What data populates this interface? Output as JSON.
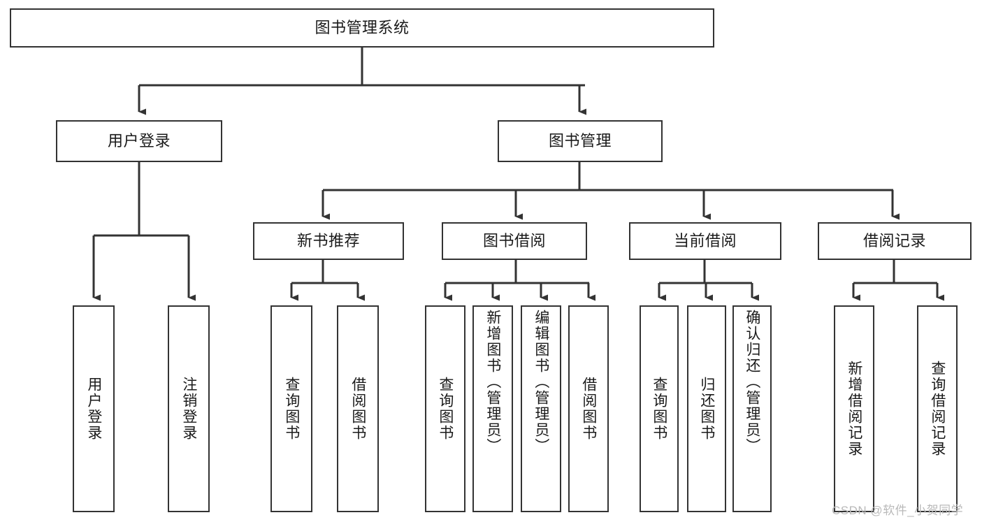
{
  "diagram": {
    "title": "图书管理系统",
    "type": "tree-hierarchy",
    "root": {
      "label": "图书管理系统"
    },
    "level2": [
      {
        "label": "用户登录"
      },
      {
        "label": "图书管理"
      }
    ],
    "level3": [
      {
        "label": "新书推荐"
      },
      {
        "label": "图书借阅"
      },
      {
        "label": "当前借阅"
      },
      {
        "label": "借阅记录"
      }
    ],
    "leaves": {
      "user_login": [
        {
          "label": "用户登录"
        },
        {
          "label": "注销登录"
        }
      ],
      "new_book_recommend": [
        {
          "label": "查询图书"
        },
        {
          "label": "借阅图书"
        }
      ],
      "book_borrow": [
        {
          "label": "查询图书"
        },
        {
          "label": "新增图书（管理员）"
        },
        {
          "label": "编辑图书（管理员）"
        },
        {
          "label": "借阅图书"
        }
      ],
      "current_borrow": [
        {
          "label": "查询图书"
        },
        {
          "label": "归还图书"
        },
        {
          "label": "确认归还（管理员）"
        }
      ],
      "borrow_record": [
        {
          "label": "新增借阅记录"
        },
        {
          "label": "查询借阅记录"
        }
      ]
    },
    "watermark": "CSDN @软件_小贺同学",
    "colors": {
      "stroke": "#333333",
      "background": "#ffffff",
      "text": "#1a1a1a",
      "watermark": "#b9b9b9"
    }
  }
}
